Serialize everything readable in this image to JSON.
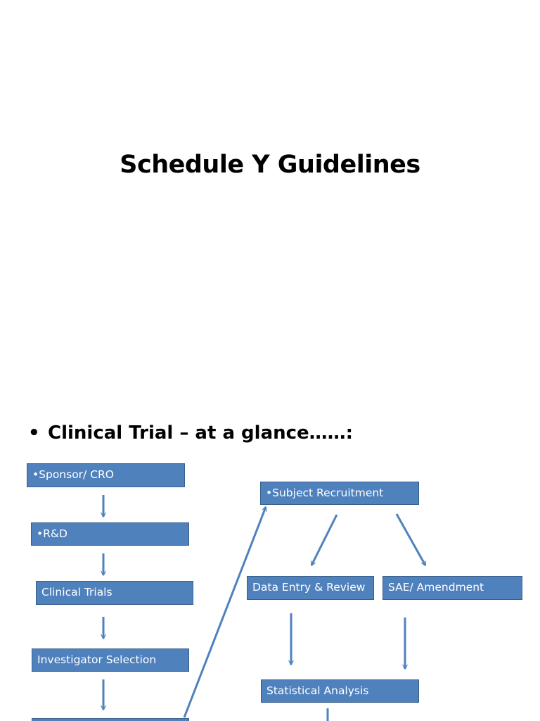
{
  "slide": {
    "title": "Schedule Y Guidelines",
    "bullet_symbol": "•",
    "bullet_text": "Clinical Trial – at a glance……:"
  },
  "flowchart": {
    "box_fill": "#4f81bd",
    "box_border": "#385d8a",
    "arrow_color": "#4f81bd",
    "boxes": [
      {
        "id": "sponsor",
        "label": "•Sponsor/ CRO"
      },
      {
        "id": "rnd",
        "label": "•R&D"
      },
      {
        "id": "clinical-trials",
        "label": "Clinical Trials"
      },
      {
        "id": "investigator-selection",
        "label": "Investigator Selection"
      },
      {
        "id": "subject-recruitment",
        "label": "•Subject Recruitment"
      },
      {
        "id": "data-entry-review",
        "label": "Data Entry & Review"
      },
      {
        "id": "sae-amendment",
        "label": "SAE/ Amendment"
      },
      {
        "id": "statistical-analysis",
        "label": "Statistical Analysis"
      },
      {
        "id": "next-step-partial",
        "label": ""
      }
    ],
    "connections": [
      {
        "from": "sponsor",
        "to": "rnd"
      },
      {
        "from": "rnd",
        "to": "clinical-trials"
      },
      {
        "from": "clinical-trials",
        "to": "investigator-selection"
      },
      {
        "from": "investigator-selection",
        "to": "next-step-partial"
      },
      {
        "from": "next-step-partial",
        "to": "subject-recruitment"
      },
      {
        "from": "subject-recruitment",
        "to": "data-entry-review"
      },
      {
        "from": "subject-recruitment",
        "to": "sae-amendment"
      },
      {
        "from": "data-entry-review",
        "to": "statistical-analysis"
      },
      {
        "from": "sae-amendment",
        "to": "statistical-analysis"
      },
      {
        "from": "statistical-analysis",
        "to": ""
      }
    ]
  }
}
